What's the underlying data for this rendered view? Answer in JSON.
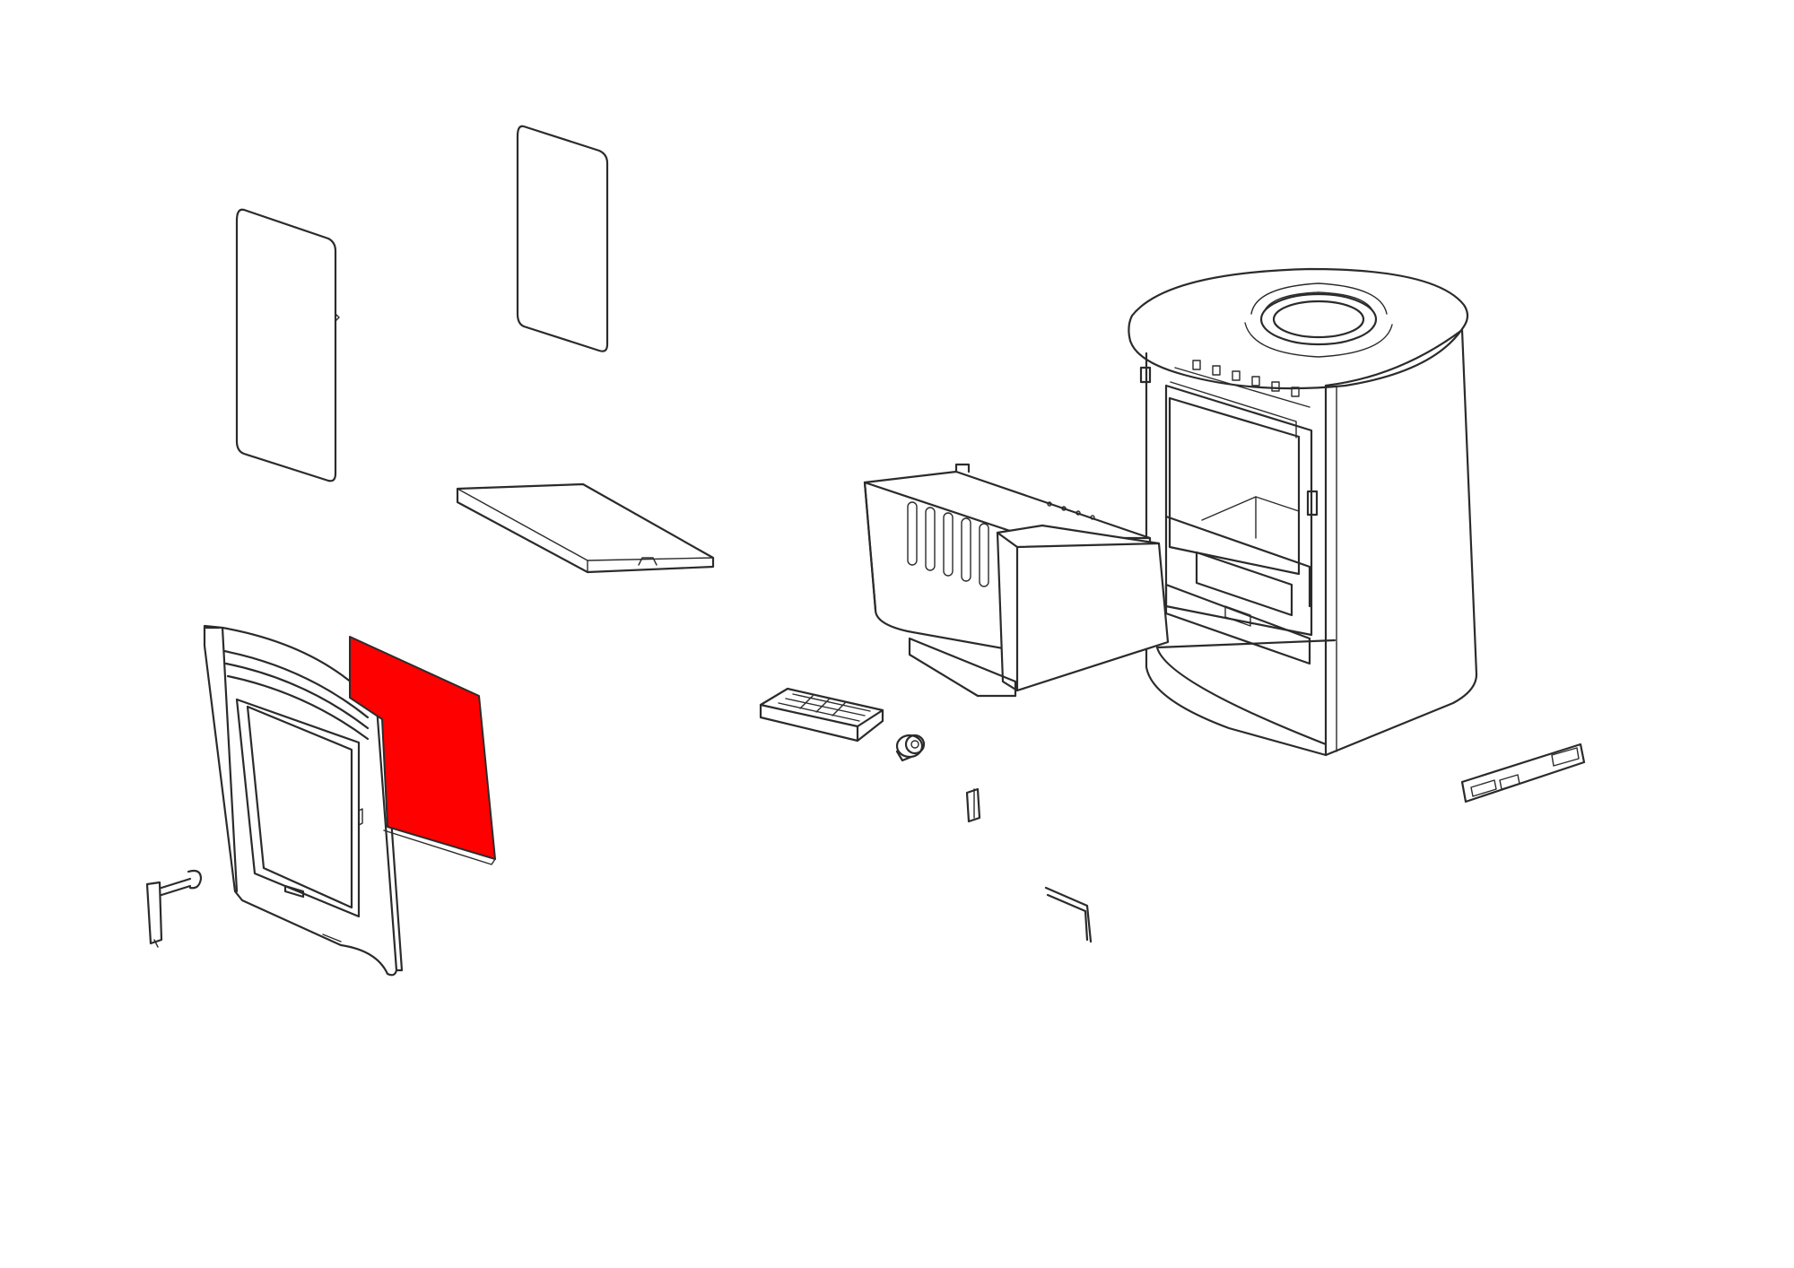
{
  "diagram": {
    "kind": "exploded-parts-view",
    "highlight_color": "#ff0000",
    "line_color": "#2b2b2b",
    "background": "#ffffff",
    "highlighted_part": "door-glass-panel",
    "parts": [
      "side-panel-left",
      "side-panel-right",
      "top-baffle-plate",
      "stove-body",
      "firebox-liner",
      "ash-grate",
      "knob",
      "clip",
      "door-frame",
      "door-glass-panel",
      "door-handle",
      "tool-rod",
      "air-slider-bar"
    ]
  }
}
